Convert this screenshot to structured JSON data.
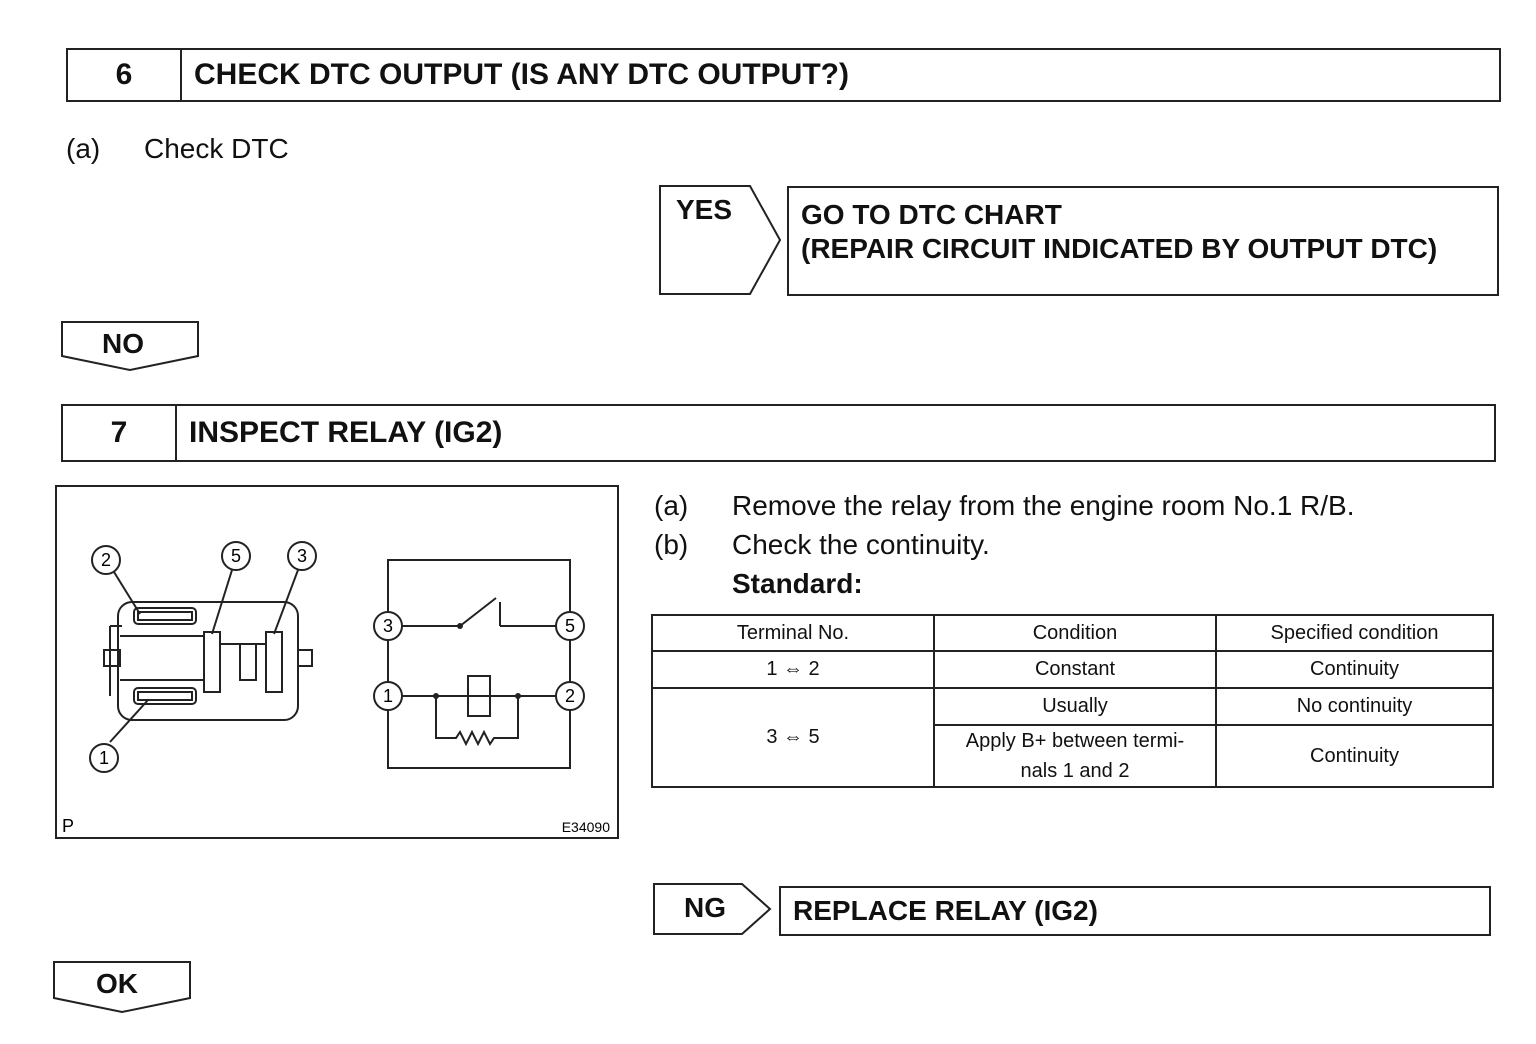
{
  "step6": {
    "number": "6",
    "title": "CHECK DTC OUTPUT (IS ANY DTC OUTPUT?)",
    "item_a_label": "(a)",
    "item_a_text": "Check DTC",
    "yes_label": "YES",
    "yes_result_line1": "GO TO DTC CHART",
    "yes_result_line2": "(REPAIR CIRCUIT INDICATED BY OUTPUT DTC)",
    "no_label": "NO"
  },
  "step7": {
    "number": "7",
    "title": "INSPECT RELAY (IG2)",
    "item_a_label": "(a)",
    "item_a_text": "Remove the relay from the engine room No.1 R/B.",
    "item_b_label": "(b)",
    "item_b_text": "Check the continuity.",
    "standard_label": "Standard:",
    "table": {
      "headers": [
        "Terminal No.",
        "Condition",
        "Specified condition"
      ],
      "rows": [
        {
          "terminal": "1 ⇔ 2",
          "condition": "Constant",
          "spec": "Continuity"
        },
        {
          "terminal": "3 ⇔ 5",
          "condition": "Usually",
          "spec": "No continuity"
        },
        {
          "condition_line1": "Apply B+ between termi-",
          "condition_line2": "nals 1 and 2",
          "spec": "Continuity"
        }
      ]
    },
    "figure": {
      "terminals": [
        "2",
        "5",
        "3",
        "1"
      ],
      "circuit_terminals": [
        "3",
        "5",
        "1",
        "2"
      ],
      "corner_mark": "P",
      "figure_code": "E34090"
    },
    "ng_label": "NG",
    "ng_result": "REPLACE RELAY (IG2)",
    "ok_label": "OK"
  }
}
